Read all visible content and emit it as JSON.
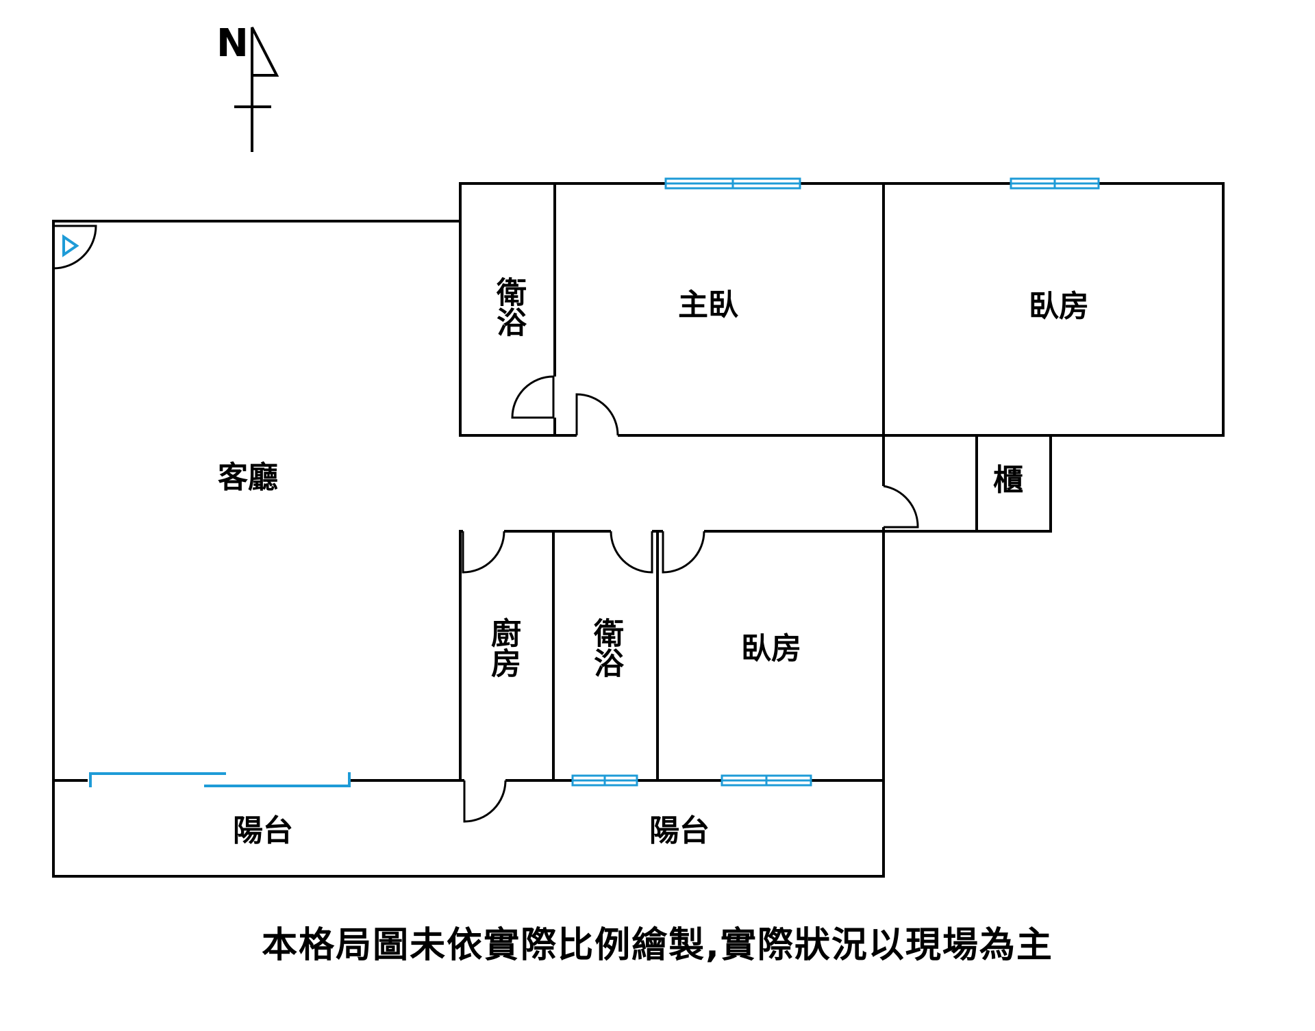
{
  "compass": {
    "north_label": "N"
  },
  "rooms": {
    "living_room": "客廳",
    "master_bath": "衛浴",
    "master_bedroom": "主臥",
    "bedroom_ne": "臥房",
    "cabinet": "櫃",
    "kitchen": "廚房",
    "bath_south": "衛浴",
    "bedroom_s": "臥房",
    "balcony_w": "陽台",
    "balcony_e": "陽台"
  },
  "colors": {
    "wall": "#000000",
    "window": "#1e9bd7",
    "entrance_marker": "#1e9bd7"
  },
  "icons": {
    "entrance": "entrance-triangle-icon",
    "north": "north-arrow-icon"
  },
  "disclaimer": "本格局圖未依實際比例繪製,實際狀況以現場為主"
}
